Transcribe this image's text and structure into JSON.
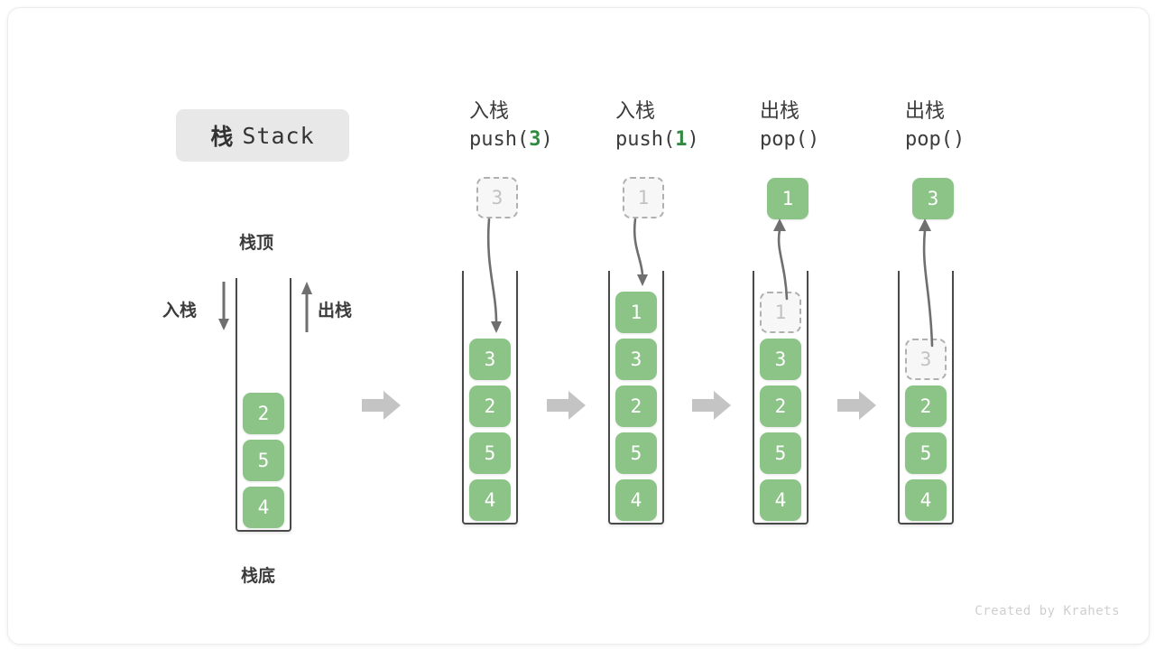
{
  "figure": {
    "title_cn": "栈",
    "title_en": "Stack",
    "watermark": "Created by Krahets"
  },
  "colors": {
    "element_green": "#8cc488",
    "accent_green_text": "#2f8a3f",
    "ghost_border": "#b0b0b0",
    "ghost_fill": "#f7f7f7",
    "ghost_text": "#c2c2c2",
    "container_stroke": "#4a4a4a",
    "arrow_gray": "#6f6f6f",
    "step_arrow_gray": "#c4c4c4",
    "badge_bg": "#e8e8e8",
    "text_dark": "#3b3b3b"
  },
  "legend": {
    "top_label": "栈顶",
    "bottom_label": "栈底",
    "push_label": "入栈",
    "pop_label": "出栈"
  },
  "initial_stack": {
    "cells": [
      "2",
      "5",
      "4"
    ]
  },
  "steps": [
    {
      "id": "push-3",
      "head_line1": "入栈",
      "head_fn": "push(",
      "head_num": "3",
      "head_fn_close": ")",
      "incoming_value": "3",
      "incoming_kind": "ghost",
      "arrow_direction": "down",
      "cells": [
        {
          "value": "3",
          "kind": "filled"
        },
        {
          "value": "2",
          "kind": "filled"
        },
        {
          "value": "5",
          "kind": "filled"
        },
        {
          "value": "4",
          "kind": "filled"
        }
      ]
    },
    {
      "id": "push-1",
      "head_line1": "入栈",
      "head_fn": "push(",
      "head_num": "1",
      "head_fn_close": ")",
      "incoming_value": "1",
      "incoming_kind": "ghost",
      "arrow_direction": "down",
      "cells": [
        {
          "value": "1",
          "kind": "filled"
        },
        {
          "value": "3",
          "kind": "filled"
        },
        {
          "value": "2",
          "kind": "filled"
        },
        {
          "value": "5",
          "kind": "filled"
        },
        {
          "value": "4",
          "kind": "filled"
        }
      ]
    },
    {
      "id": "pop-1",
      "head_line1": "出栈",
      "head_fn": "pop(",
      "head_num": "",
      "head_fn_close": ")",
      "incoming_value": "1",
      "incoming_kind": "filled",
      "arrow_direction": "up",
      "cells": [
        {
          "value": "1",
          "kind": "ghost"
        },
        {
          "value": "3",
          "kind": "filled"
        },
        {
          "value": "2",
          "kind": "filled"
        },
        {
          "value": "5",
          "kind": "filled"
        },
        {
          "value": "4",
          "kind": "filled"
        }
      ]
    },
    {
      "id": "pop-3",
      "head_line1": "出栈",
      "head_fn": "pop(",
      "head_num": "",
      "head_fn_close": ")",
      "incoming_value": "3",
      "incoming_kind": "filled",
      "arrow_direction": "up",
      "cells": [
        {
          "value": "3",
          "kind": "ghost"
        },
        {
          "value": "2",
          "kind": "filled"
        },
        {
          "value": "5",
          "kind": "filled"
        },
        {
          "value": "4",
          "kind": "filled"
        }
      ]
    }
  ]
}
